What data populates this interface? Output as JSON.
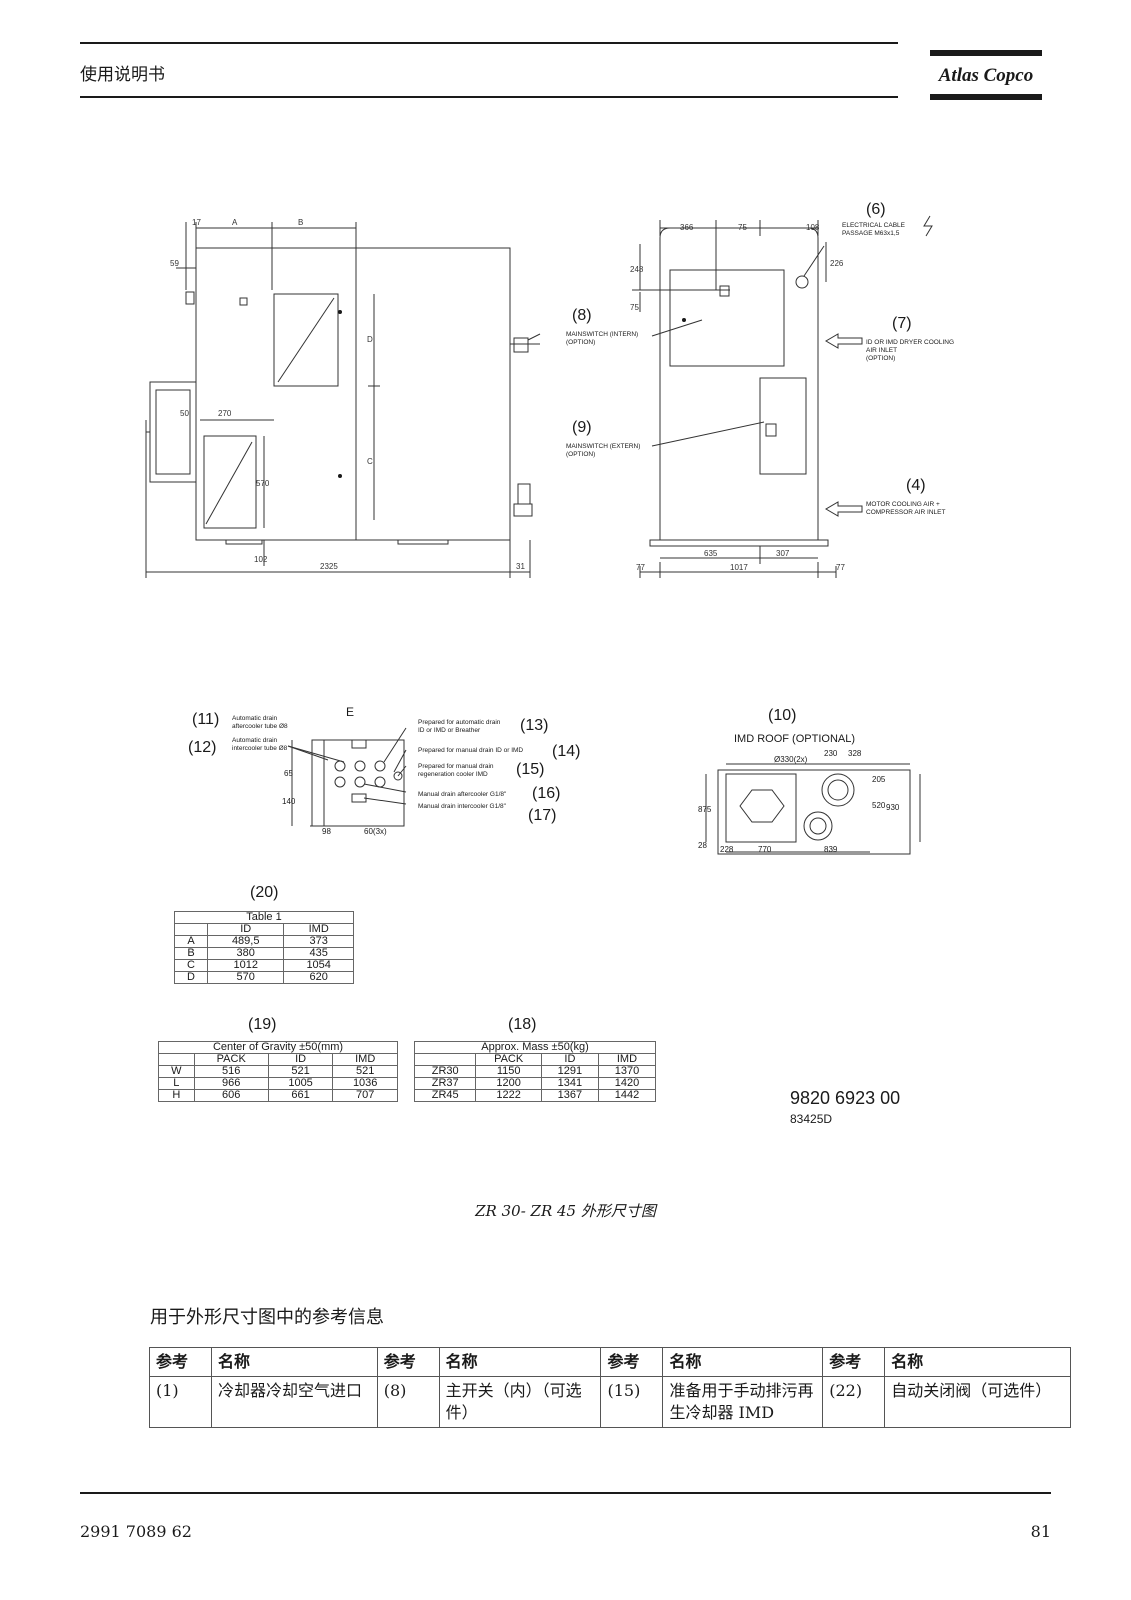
{
  "header": {
    "title": "使用说明书",
    "brand": "Atlas Copco"
  },
  "drawing": {
    "side_view": {
      "dim_17": "17",
      "dim_A": "A",
      "dim_B": "B",
      "dim_59": "59",
      "dim_50": "50",
      "dim_270": "270",
      "dim_570": "570",
      "dim_102": "102",
      "dim_2325": "2325",
      "dim_31": "31",
      "dim_D": "D",
      "dim_C": "C"
    },
    "front_view": {
      "dim_366": "366",
      "dim_75a": "75",
      "dim_108": "108",
      "dim_248": "248",
      "dim_226": "226",
      "dim_75b": "75",
      "dim_635": "635",
      "dim_307": "307",
      "dim_77a": "77",
      "dim_1017": "1017",
      "dim_77b": "77"
    },
    "callouts": [
      {
        "num": "(6)",
        "text": [
          "ELECTRICAL CABLE",
          "PASSAGE M63x1,5"
        ]
      },
      {
        "num": "(7)",
        "text": [
          "ID OR IMD DRYER COOLING",
          "AIR INLET",
          "(OPTION)"
        ]
      },
      {
        "num": "(8)",
        "text": [
          "MAINSWITCH (INTERN)",
          "(OPTION)"
        ]
      },
      {
        "num": "(9)",
        "text": [
          "MAINSWITCH (EXTERN)",
          "(OPTION)"
        ]
      },
      {
        "num": "(4)",
        "text": [
          "MOTOR COOLING AIR +",
          "COMPRESSOR AIR INLET"
        ]
      }
    ],
    "detail_e": {
      "label": "E",
      "items": [
        {
          "num": "(11)",
          "text": [
            "Automatic drain",
            "aftercooler tube Ø8"
          ]
        },
        {
          "num": "(12)",
          "text": [
            "Automatic drain",
            "intercooler tube Ø8"
          ]
        },
        {
          "num": "(13)",
          "text": [
            "Prepared for automatic drain",
            "ID or IMD or Breather"
          ]
        },
        {
          "num": "(14)",
          "text": [
            "Prepared for manual drain ID or IMD"
          ]
        },
        {
          "num": "(15)",
          "text": [
            "Prepared for manual drain",
            "regeneration cooler IMD"
          ]
        },
        {
          "num": "(16)",
          "text": [
            "Manual drain aftercooler G1/8\""
          ]
        },
        {
          "num": "(17)",
          "text": [
            "Manual drain intercooler G1/8\""
          ]
        }
      ],
      "dims": {
        "d65": "65",
        "d140": "140",
        "d98": "98",
        "d60": "60(3x)"
      }
    },
    "imd_roof": {
      "num": "(10)",
      "title": "IMD ROOF (OPTIONAL)",
      "dims": {
        "d330": "Ø330(2x)",
        "d230": "230",
        "d328": "328",
        "d875": "875",
        "d205": "205",
        "d520": "520",
        "d930": "930",
        "d28": "28",
        "d228": "228",
        "d770": "770",
        "d839": "839"
      }
    }
  },
  "table1": {
    "num": "(20)",
    "title": "Table 1",
    "headers": [
      "",
      "ID",
      "IMD"
    ],
    "rows": [
      [
        "A",
        "489,5",
        "373"
      ],
      [
        "B",
        "380",
        "435"
      ],
      [
        "C",
        "1012",
        "1054"
      ],
      [
        "D",
        "570",
        "620"
      ]
    ]
  },
  "cog": {
    "num": "(19)",
    "title": "Center of Gravity ±50(mm)",
    "headers": [
      "",
      "PACK",
      "ID",
      "IMD"
    ],
    "rows": [
      [
        "W",
        "516",
        "521",
        "521"
      ],
      [
        "L",
        "966",
        "1005",
        "1036"
      ],
      [
        "H",
        "606",
        "661",
        "707"
      ]
    ]
  },
  "mass": {
    "num": "(18)",
    "title": "Approx. Mass ±50(kg)",
    "headers": [
      "",
      "PACK",
      "ID",
      "IMD"
    ],
    "rows": [
      [
        "ZR30",
        "1150",
        "1291",
        "1370"
      ],
      [
        "ZR37",
        "1200",
        "1341",
        "1420"
      ],
      [
        "ZR45",
        "1222",
        "1367",
        "1442"
      ]
    ]
  },
  "drawing_number": "9820 6923 00",
  "drawing_sub": "83425D",
  "caption": "ZR 30- ZR 45 外形尺寸图",
  "section_title": "用于外形尺寸图中的参考信息",
  "ref_table": {
    "headers": [
      "参考",
      "名称",
      "参考",
      "名称",
      "参考",
      "名称",
      "参考",
      "名称"
    ],
    "rows": [
      [
        "(1)",
        "冷却器冷却空气进口",
        "(8)",
        "主开关（内）（可选件）",
        "(15)",
        "准备用于手动排污再生冷却器 IMD",
        "(22)",
        "自动关闭阀（可选件）"
      ]
    ]
  },
  "footer": {
    "doc_number": "2991 7089 62",
    "page": "81"
  }
}
